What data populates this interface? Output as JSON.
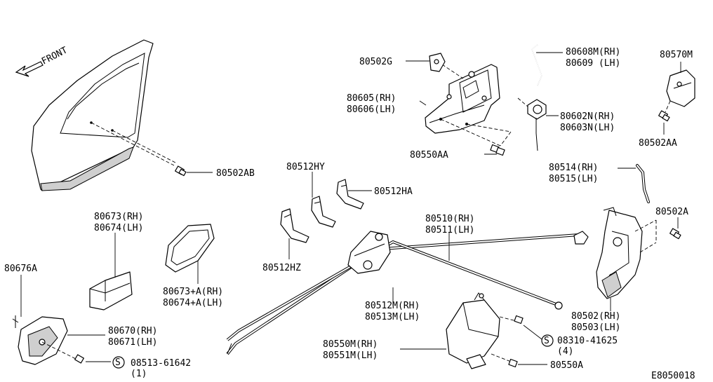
{
  "front_label": "FRONT",
  "diagram_code": "E8050018",
  "labels": {
    "p80502G": "80502G",
    "p80605": "80605(RH)",
    "p80606": "80606(LH)",
    "p80608M": "80608M(RH)",
    "p80609": "80609 (LH)",
    "p80570M": "80570M",
    "p80602N": "80602N(RH)",
    "p80603N": "80603N(LH)",
    "p80502AA": "80502AA",
    "p80550AA": "80550AA",
    "p80502AB": "80502AB",
    "p80512HY": "80512HY",
    "p80512HA": "80512HA",
    "p80514": "80514(RH)",
    "p80515": "80515(LH)",
    "p80673": "80673(RH)",
    "p80674": "80674(LH)",
    "p80510": "80510(RH)",
    "p80511": "80511(LH)",
    "p80502A": "80502A",
    "p80676A": "80676A",
    "p80512HZ": "80512HZ",
    "p80673A": "80673+A(RH)",
    "p80674A": "80674+A(LH)",
    "p80512M": "80512M(RH)",
    "p80513M": "80513M(LH)",
    "p80502": "80502(RH)",
    "p80503": "80503(LH)",
    "p80670": "80670(RH)",
    "p80671": "80671(LH)",
    "p08310": "08310-41625",
    "p08310_qty": "(4)",
    "p80550M": "80550M(RH)",
    "p80551M": "80551M(LH)",
    "p80550A": "80550A",
    "p08513": "08513-61642",
    "p08513_qty": "(1)",
    "screw_symbol": "S"
  }
}
